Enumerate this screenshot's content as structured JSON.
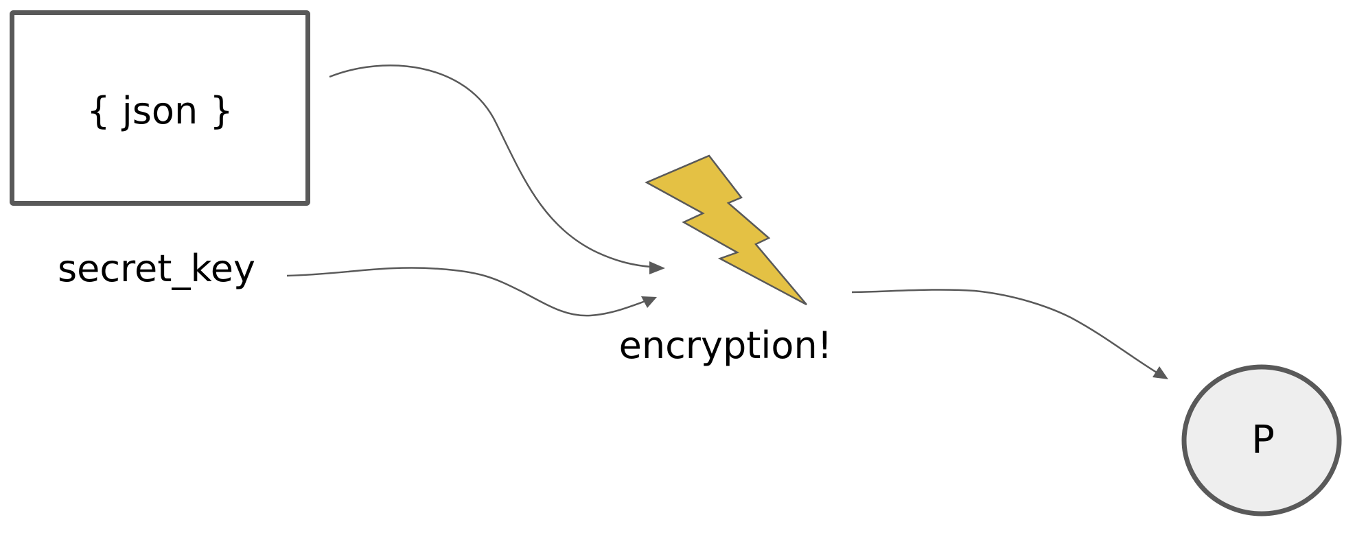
{
  "diagram": {
    "nodes": {
      "json_box": {
        "label": "{ json }"
      },
      "secret_key": {
        "label": "secret_key"
      },
      "encryption": {
        "label": "encryption!",
        "icon": "lightning-bolt-icon"
      },
      "output": {
        "label": "P"
      }
    },
    "edges": [
      {
        "from": "json_box",
        "to": "encryption"
      },
      {
        "from": "secret_key",
        "to": "encryption"
      },
      {
        "from": "encryption",
        "to": "output"
      }
    ]
  },
  "colors": {
    "stroke": "#595959",
    "bolt_fill": "#e4c144",
    "circle_fill": "#eeeeee",
    "text": "#000000"
  }
}
